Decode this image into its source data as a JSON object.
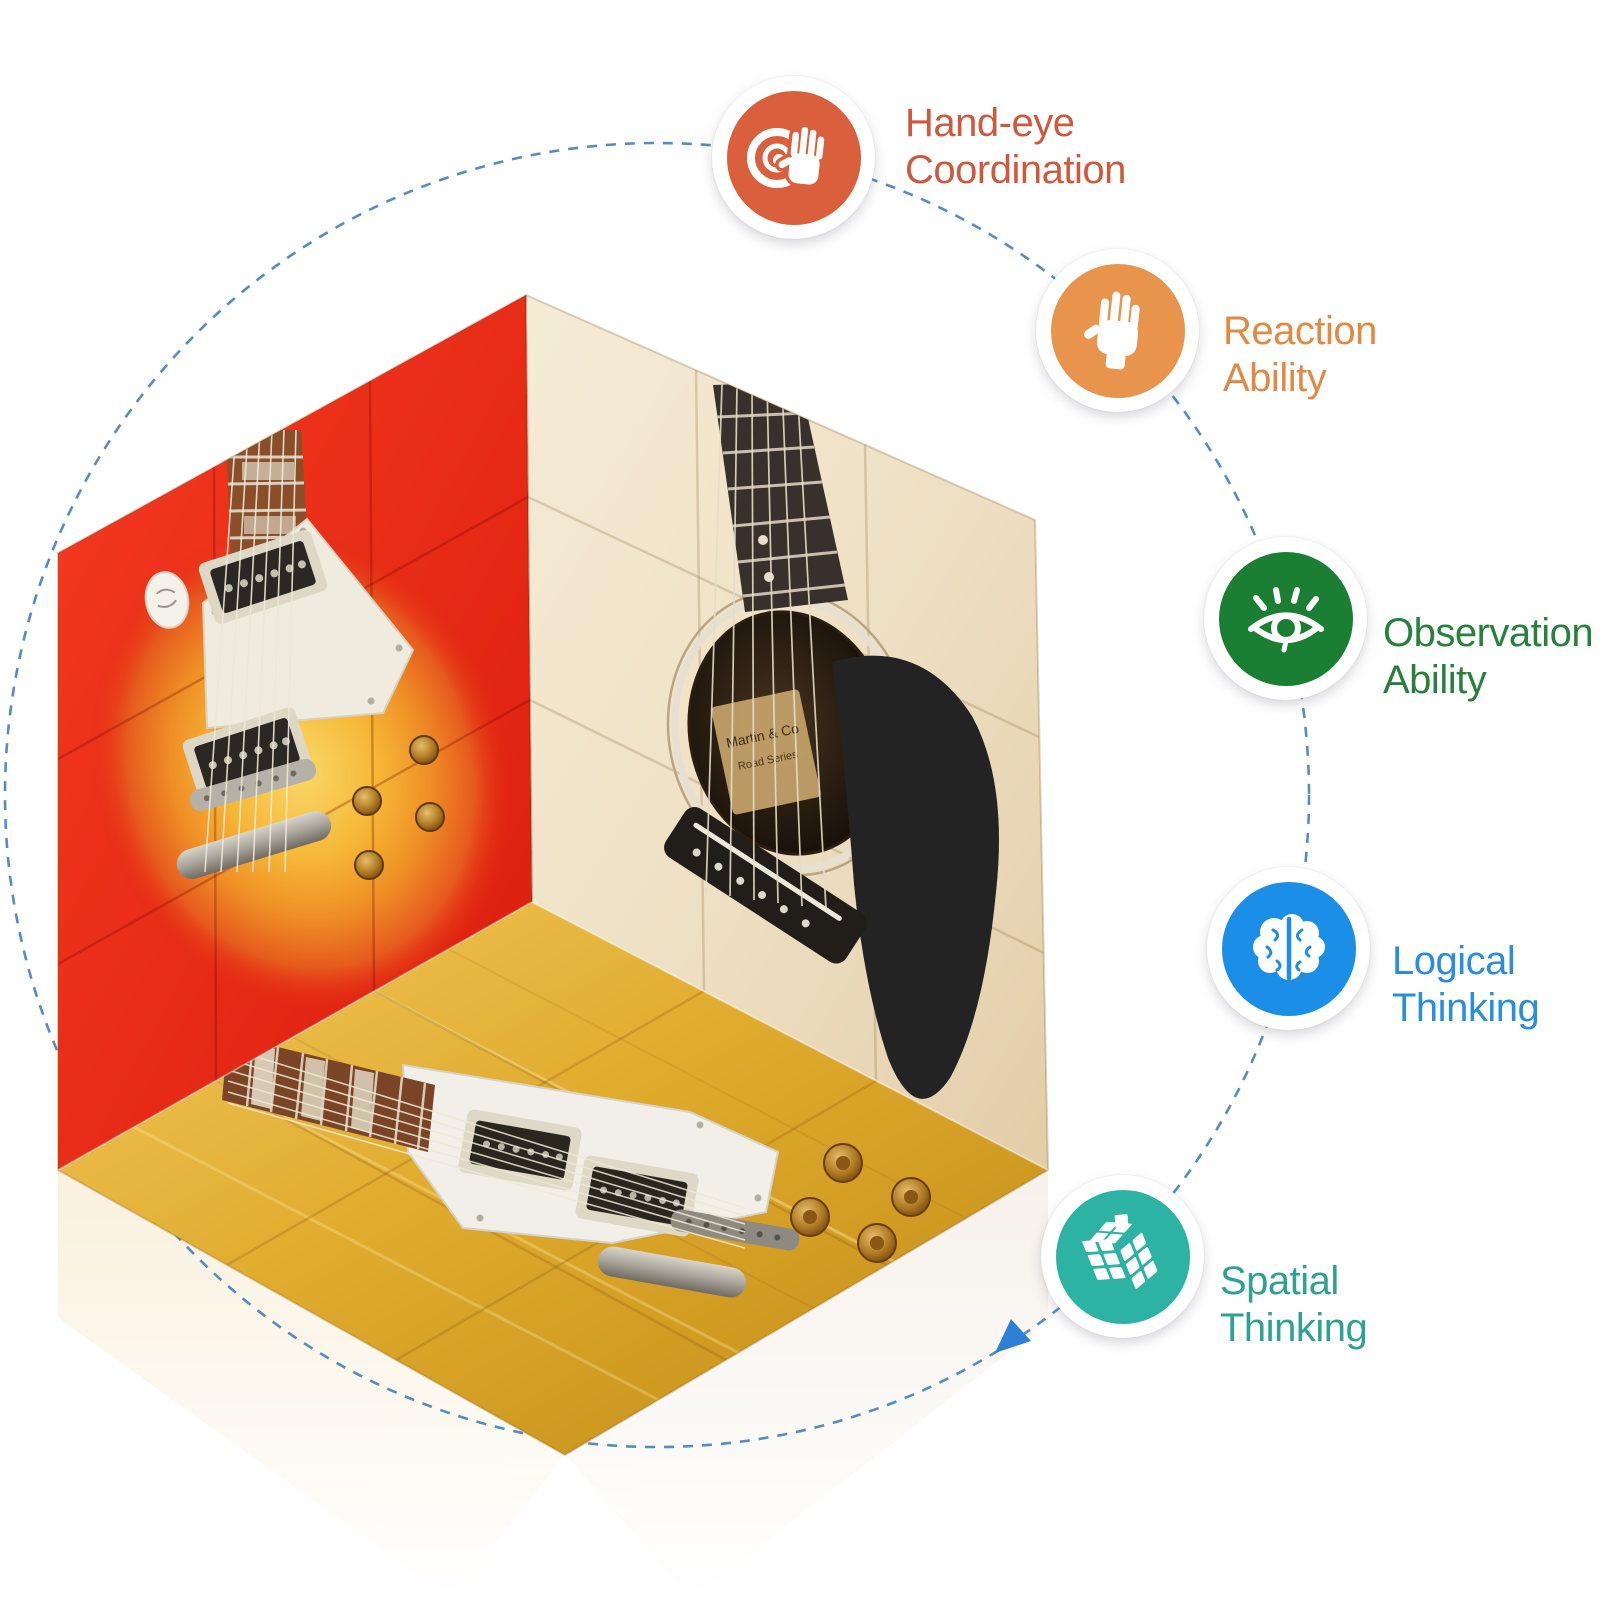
{
  "page": {
    "background_color": "#ffffff"
  },
  "orbit": {
    "dash_color": "#4a86c5",
    "arrow_color": "#2e7fd6"
  },
  "features": [
    {
      "id": "hand-eye-coordination",
      "line1": "Hand-eye",
      "line2": "Coordination",
      "color": "#cf593d",
      "icon_background": "#d95f3d",
      "icon": "target-hand-icon"
    },
    {
      "id": "reaction-ability",
      "line1": "Reaction",
      "line2": "Ability",
      "color": "#e18a43",
      "icon_background": "#e8944d",
      "icon": "open-hand-icon"
    },
    {
      "id": "observation-ability",
      "line1": "Observation",
      "line2": "Ability",
      "color": "#27813c",
      "icon_background": "#1a7f33",
      "icon": "eye-icon"
    },
    {
      "id": "logical-thinking",
      "line1": "Logical",
      "line2": "Thinking",
      "color": "#2b8de0",
      "icon_background": "#1b8ee8",
      "icon": "brain-icon"
    },
    {
      "id": "spatial-thinking",
      "line1": "Spatial",
      "line2": "Thinking",
      "color": "#2da294",
      "icon_background": "#2cb3a4",
      "icon": "rubiks-cube-icon"
    }
  ],
  "cube": {
    "left_face": {
      "name": "electric-guitar-on-red",
      "background_color": "#e82413"
    },
    "right_face": {
      "name": "acoustic-guitar-on-cream",
      "background_color": "#efe2c8",
      "soundhole_label": {
        "line1": "Martin & Co",
        "line2": "Road Series"
      }
    },
    "bottom_face": {
      "name": "electric-guitar-on-gold",
      "background_color": "#dca42c"
    }
  }
}
